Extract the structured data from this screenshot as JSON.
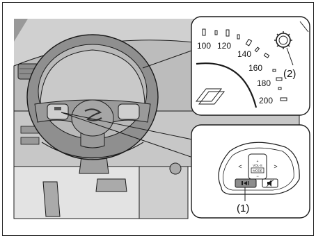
{
  "callouts": {
    "button_ref": "(1)",
    "knob_ref": "(2)"
  },
  "speedometer": {
    "ticks": [
      "100",
      "120",
      "140",
      "160",
      "180",
      "200"
    ]
  },
  "switch_panel": {
    "vol_label": "VOL-S",
    "mode_label": "MODE",
    "minus": "−",
    "plus": "+",
    "left_arrow": "<",
    "right_arrow": ">"
  },
  "colors": {
    "line": "#1a1a1a",
    "dashboard_fill": "#b3b3b3",
    "dark_fill": "#8c8c8c",
    "light_fill": "#d9d9d9",
    "background": "#ffffff"
  }
}
